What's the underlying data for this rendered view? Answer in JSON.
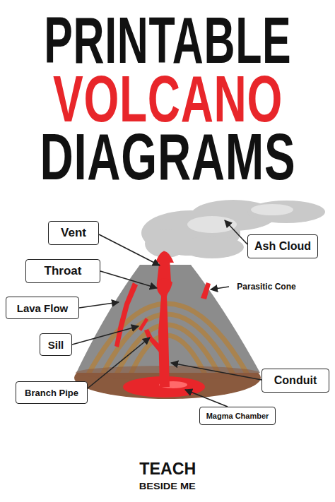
{
  "diagram": {
    "nodes": [
      {
        "text": [
          "Vent"
        ]
      },
      {
        "text": [
          "Throat"
        ]
      },
      {
        "text": [
          "Lava Flow"
        ]
      },
      {
        "text": [
          "Sill"
        ]
      },
      {
        "text": [
          "Branch Pipe"
        ]
      },
      {
        "text": [
          "Ash Cloud"
        ]
      },
      {
        "text": [
          "Conduit"
        ]
      },
      {
        "text": [
          "Magma Chamber"
        ]
      }
    ],
    "labels": [
      "PRINTABLE",
      "VOLCANO",
      "DIAGRAMS",
      "Parasitic Cone",
      "TEACH",
      "BESIDE ME"
    ]
  }
}
